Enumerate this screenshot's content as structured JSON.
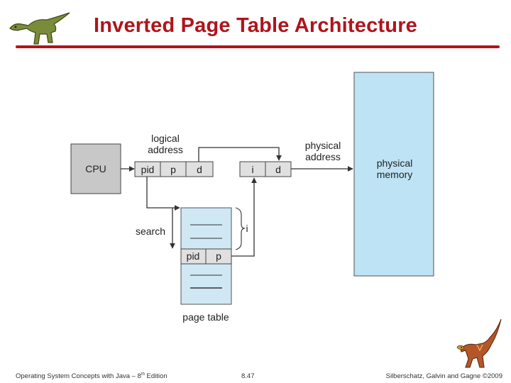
{
  "slide": {
    "title": "Inverted Page Table Architecture"
  },
  "diagram": {
    "cpu_label": "CPU",
    "logical_address_label": [
      "logical",
      "address"
    ],
    "logical_fields": [
      "pid",
      "p",
      "d"
    ],
    "physical_address_label": [
      "physical",
      "address"
    ],
    "physical_fields": [
      "i",
      "d"
    ],
    "physical_memory_label": [
      "physical",
      "memory"
    ],
    "search_label": "search",
    "index_label": "i",
    "page_table_entry": [
      "pid",
      "p"
    ],
    "page_table_label": "page table",
    "colors": {
      "cpu_box": "#c8c8c8",
      "register_fill": "#e0e0e0",
      "page_table_fill": "#cfe8f4",
      "memory_fill": "#bde3f5",
      "line": "#333333",
      "title": "#b0141c"
    }
  },
  "footer": {
    "left_prefix": "Operating System Concepts  with Java – 8",
    "left_sup": "th",
    "left_suffix": " Edition",
    "center": "8.47",
    "right": "Silberschatz, Galvin and Gagne ©2009"
  },
  "icons": {
    "left_logo": "dinosaur-logo-icon",
    "right_logo": "dinosaur-mascot-icon"
  }
}
